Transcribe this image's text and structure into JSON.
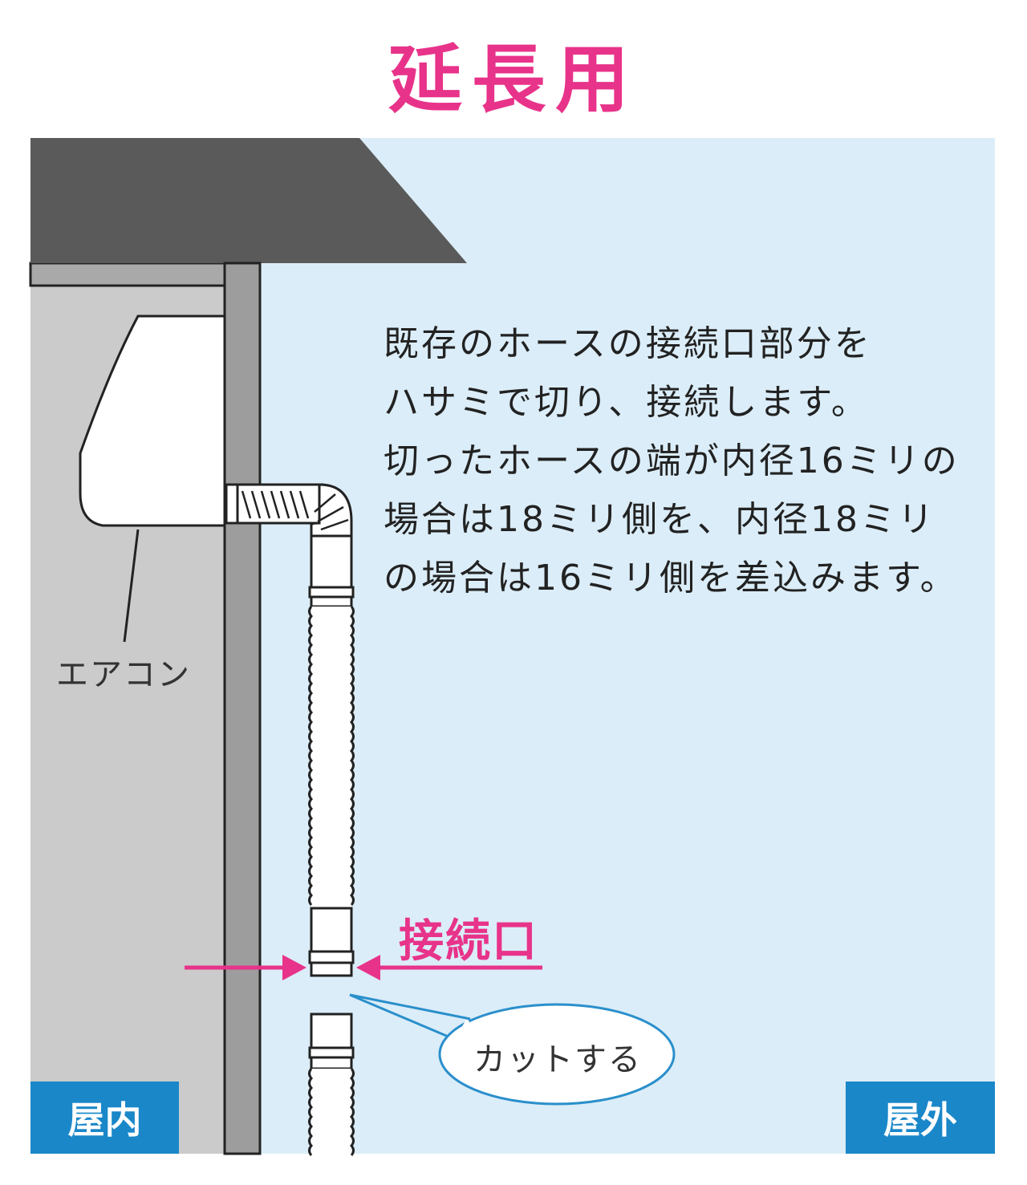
{
  "title": "延長用",
  "instruction": "既存のホースの接続口部分を\nハサミで切り、接続します。\n切ったホースの端が内径16ミリの\n場合は18ミリ側を、内径18ミリ\nの場合は16ミリ側を差込みます。",
  "labels": {
    "aircon": "エアコン",
    "connection": "接続口",
    "cut": "カットする",
    "indoor": "屋内",
    "outdoor": "屋外"
  },
  "colors": {
    "accent": "#e8338a",
    "sky": "#dbedf8",
    "wall": "#cbcbcb",
    "roof": "#5a5a5a",
    "pillar": "#9d9d9d",
    "label_bg": "#1a87c9",
    "callout_stroke": "#2a8fcb"
  }
}
